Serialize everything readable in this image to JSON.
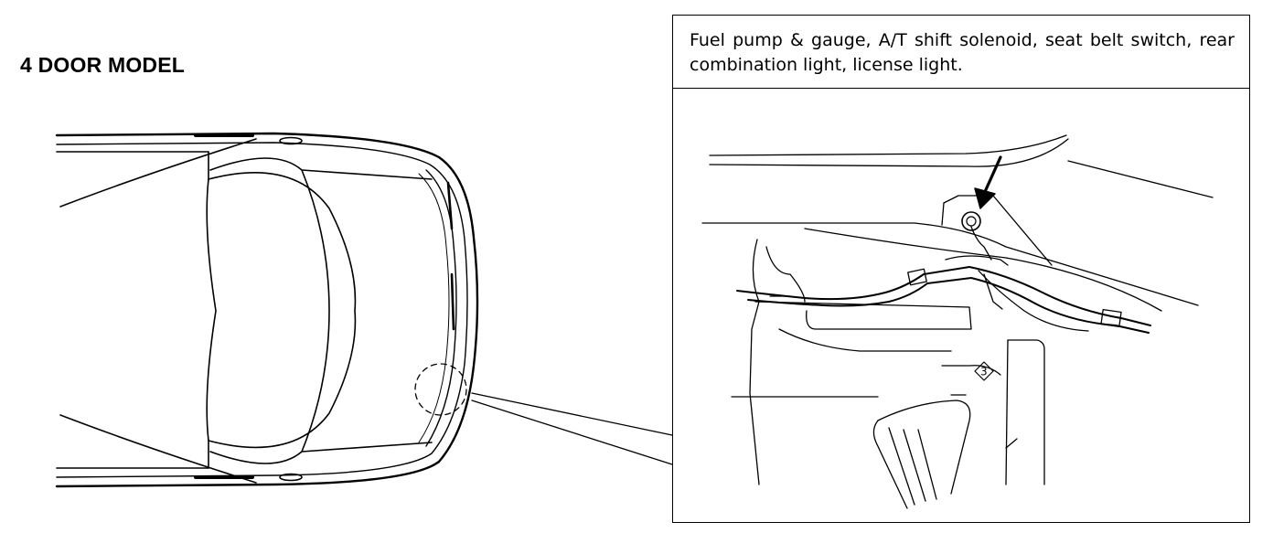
{
  "diagram": {
    "model_title": "4 DOOR MODEL",
    "callout_caption": "Fuel pump & gauge, A/T shift solenoid, seat belt switch, rear combination light, license light.",
    "ground_ref_label": "3",
    "icons": {
      "car": "car-top-view-icon",
      "detail": "trunk-harness-detail-icon",
      "arrow": "pointer-arrow-icon",
      "ground": "ground-bolt-icon"
    },
    "line_color": "#000000",
    "background": "#ffffff"
  }
}
